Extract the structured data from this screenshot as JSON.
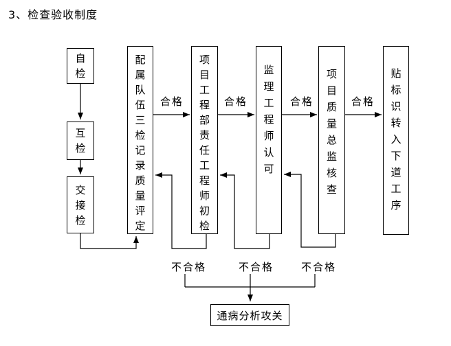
{
  "title": "3、检查验收制度",
  "flow": {
    "precheck": [
      {
        "label": "自检"
      },
      {
        "label": "互检"
      },
      {
        "label": "交接检"
      }
    ],
    "stages": [
      {
        "label": "配属队伍三检记录质量评定"
      },
      {
        "label": "项目工程部责任工程师初检"
      },
      {
        "label": "监理工程师认可"
      },
      {
        "label": "项目质量总监核查"
      },
      {
        "label": "贴标识转入下道工序"
      }
    ],
    "pass_labels": [
      "合格",
      "合格",
      "合格",
      "合格"
    ],
    "fail_labels": [
      "不合格",
      "不合格",
      "不合格"
    ],
    "analysis": {
      "label": "通病分析攻关"
    }
  },
  "colors": {
    "line": "#000000",
    "background": "#ffffff"
  }
}
